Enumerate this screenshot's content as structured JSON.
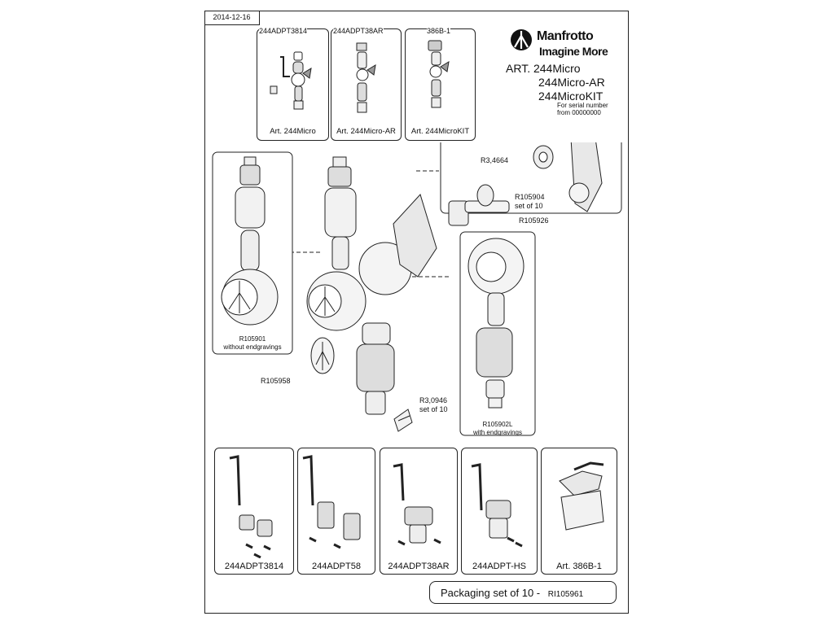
{
  "date": "2014-12-16",
  "brand": {
    "name": "Manfrotto",
    "tagline": "Imagine More"
  },
  "articles": {
    "prefix": "ART.",
    "line1": "244Micro",
    "line2": "244Micro-AR",
    "line3": "244MicroKIT"
  },
  "serial_note": {
    "line1": "For serial number",
    "line2": "from 00000000"
  },
  "top_panels": [
    {
      "header": "244ADPT3814",
      "caption": "Art. 244Micro"
    },
    {
      "header": "244ADPT38AR",
      "caption": "Art. 244Micro-AR"
    },
    {
      "header": "386B-1",
      "caption": "Art. 244MicroKIT"
    }
  ],
  "parts": {
    "r3_4664": "R3,4664",
    "r105904": "R105904",
    "r105904_set": "set of 10",
    "r105926": "R105926",
    "r105901": "R105901",
    "r105901_note": "without endgravings",
    "r105958": "R105958",
    "r3_0946": "R3,0946",
    "r3_0946_set": "set of 10",
    "r105902l": "R105902L",
    "r105902l_note": "with endgravings"
  },
  "bottom_panels": [
    {
      "caption": "244ADPT3814"
    },
    {
      "caption": "244ADPT58"
    },
    {
      "caption": "244ADPT38AR"
    },
    {
      "caption": "244ADPT-HS"
    },
    {
      "caption": "Art. 386B-1"
    }
  ],
  "packaging": {
    "label": "Packaging set of 10 -",
    "code": "RI105961"
  }
}
